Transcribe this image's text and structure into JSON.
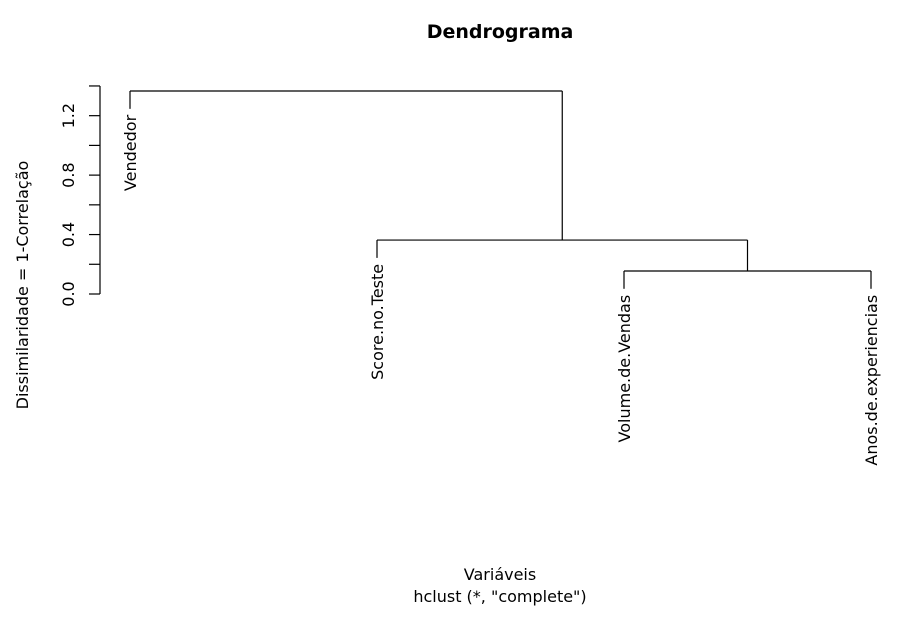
{
  "chart_data": {
    "type": "dendrogram",
    "title": "Dendrograma",
    "xlabel": "Variáveis",
    "sublabel": "hclust (*, \"complete\")",
    "ylabel": "Dissimilaridade = 1-Correlação",
    "ylim": [
      0,
      1.4
    ],
    "y_ticks": [
      0.0,
      0.2,
      0.4,
      0.6,
      0.8,
      1.0,
      1.2,
      1.4
    ],
    "y_tick_labels": [
      "0.0",
      "0.4",
      "0.8",
      "1.2"
    ],
    "hang": 0.12,
    "leaves": [
      "Vendedor",
      "Score.no.Teste",
      "Volume.de.Vendas",
      "Anos.de.experiencias"
    ],
    "merges": [
      {
        "left": "Volume.de.Vendas",
        "right": "Anos.de.experiencias",
        "height": 0.155
      },
      {
        "left": "Score.no.Teste",
        "right": "merge1",
        "height": 0.363
      },
      {
        "left": "Vendedor",
        "right": "merge2",
        "height": 1.366
      }
    ]
  }
}
